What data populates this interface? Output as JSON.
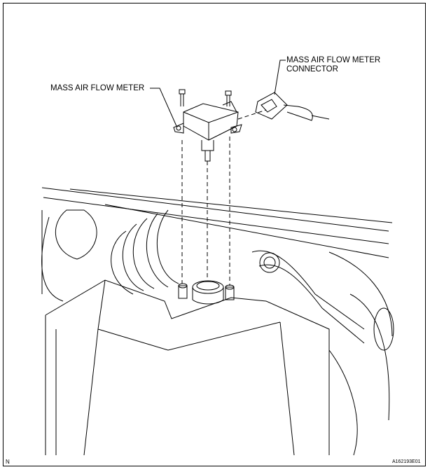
{
  "labels": {
    "mass_air_flow_meter": "MASS AIR FLOW METER",
    "connector_line1": "MASS AIR FLOW METER",
    "connector_line2": "CONNECTOR"
  },
  "corner_mark": "N",
  "figure_code": "A162193E01"
}
